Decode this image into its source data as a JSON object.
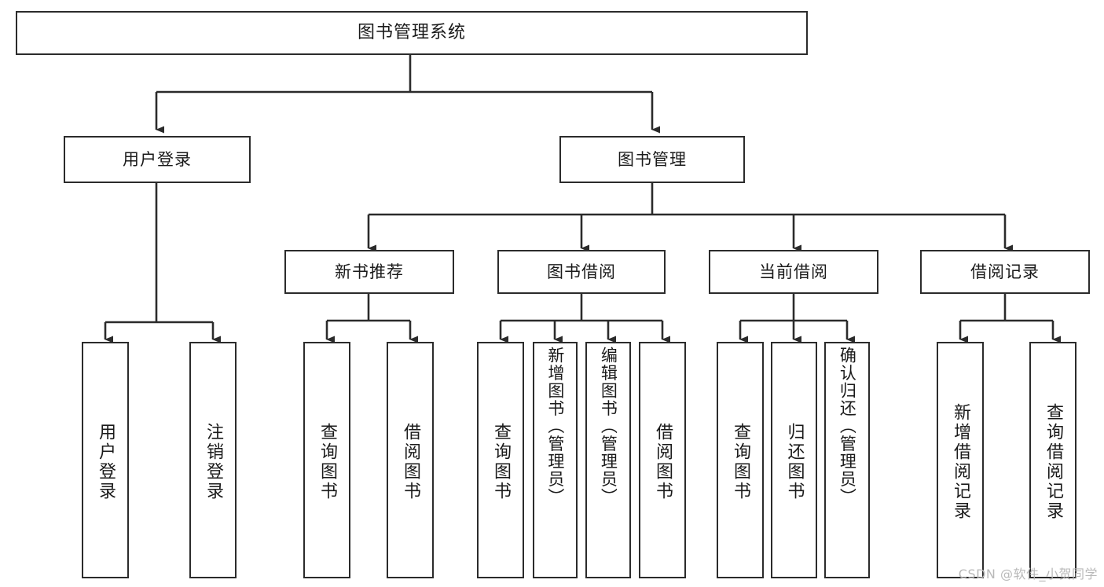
{
  "diagram": {
    "title": "图书管理系统",
    "type": "hierarchy-tree",
    "watermark": "CSDN @软件_小贺同学",
    "colors": {
      "border": "#2b2b2b",
      "background": "#ffffff",
      "text": "#1a1a1a",
      "connector": "#2b2b2b",
      "watermark": "#b9b9b9"
    },
    "nodes": {
      "root": {
        "label": "图书管理系统"
      },
      "level2": [
        {
          "id": "user-login",
          "label": "用户登录"
        },
        {
          "id": "book-management",
          "label": "图书管理"
        }
      ],
      "level3": [
        {
          "id": "new-book-recommend",
          "label": "新书推荐"
        },
        {
          "id": "book-borrow",
          "label": "图书借阅"
        },
        {
          "id": "current-borrow",
          "label": "当前借阅"
        },
        {
          "id": "borrow-record",
          "label": "借阅记录"
        }
      ],
      "leaves": {
        "user-login": [
          {
            "id": "leaf-user-login",
            "label": "用户登录"
          },
          {
            "id": "leaf-logout",
            "label": "注销登录"
          }
        ],
        "new-book-recommend": [
          {
            "id": "leaf-query-book-1",
            "label": "查询图书"
          },
          {
            "id": "leaf-borrow-book-1",
            "label": "借阅图书"
          }
        ],
        "book-borrow": [
          {
            "id": "leaf-query-book-2",
            "label": "查询图书"
          },
          {
            "id": "leaf-add-book",
            "label": "新增图书（管理员）"
          },
          {
            "id": "leaf-edit-book",
            "label": "编辑图书（管理员）"
          },
          {
            "id": "leaf-borrow-book-2",
            "label": "借阅图书"
          }
        ],
        "current-borrow": [
          {
            "id": "leaf-query-book-3",
            "label": "查询图书"
          },
          {
            "id": "leaf-return-book",
            "label": "归还图书"
          },
          {
            "id": "leaf-confirm-return",
            "label": "确认归还（管理员）"
          }
        ],
        "borrow-record": [
          {
            "id": "leaf-add-record",
            "label": "新增借阅记录"
          },
          {
            "id": "leaf-query-record",
            "label": "查询借阅记录"
          }
        ]
      }
    }
  }
}
